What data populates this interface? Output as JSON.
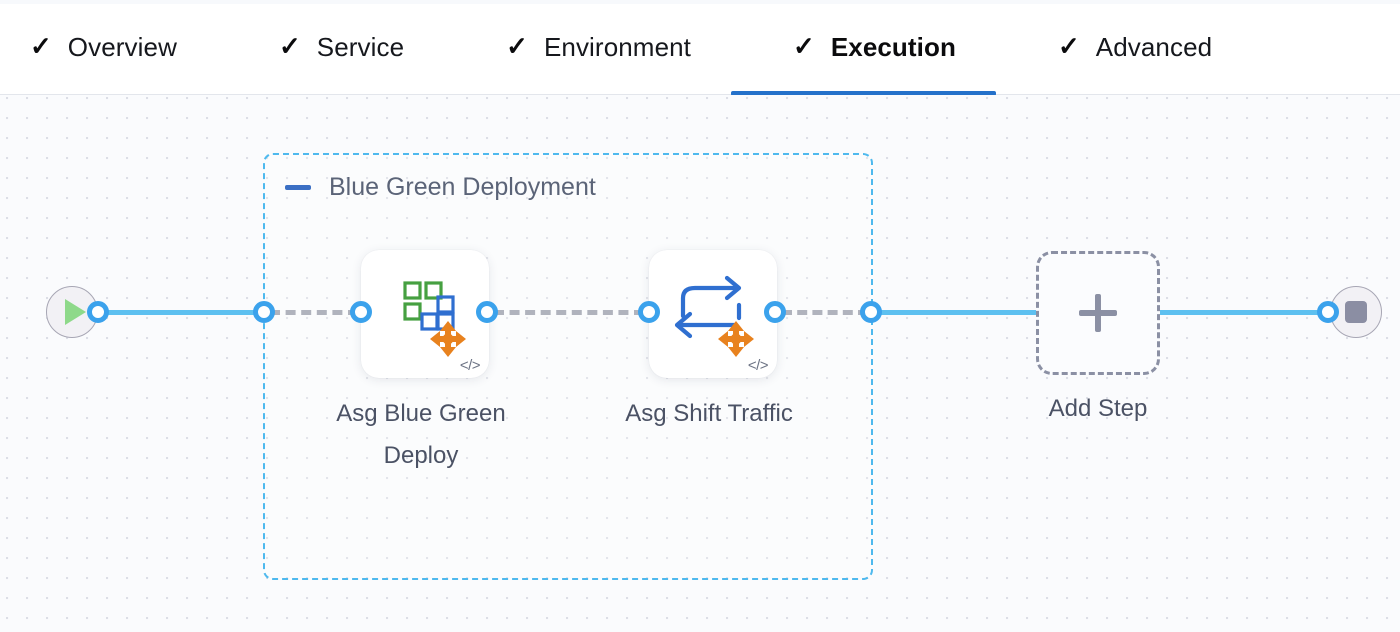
{
  "tabs": [
    {
      "label": "Overview",
      "icon": "check-icon",
      "complete": true,
      "active": false
    },
    {
      "label": "Service",
      "icon": "check-icon",
      "complete": true,
      "active": false
    },
    {
      "label": "Environment",
      "icon": "check-icon",
      "complete": true,
      "active": false
    },
    {
      "label": "Execution",
      "icon": "check-icon",
      "complete": true,
      "active": true
    },
    {
      "label": "Advanced",
      "icon": "check-icon",
      "complete": true,
      "active": false
    }
  ],
  "check_glyph": "✓",
  "pipeline": {
    "start_node": {
      "name": "start-node",
      "icon": "play-icon"
    },
    "end_node": {
      "name": "end-node",
      "icon": "stop-icon"
    },
    "group": {
      "title": "Blue Green Deployment",
      "collapse_icon": "minus-icon",
      "border_color": "#4eb9ee"
    },
    "steps": [
      {
        "label": "Asg Blue Green\nDeploy",
        "icon": "asg-blue-green-deploy-icon",
        "badge": "</>",
        "colors": {
          "green": "#46a041",
          "blue": "#2f6fd0",
          "orange": "#e8821e"
        }
      },
      {
        "label": "Asg Shift Traffic",
        "icon": "asg-shift-traffic-icon",
        "badge": "</>",
        "colors": {
          "blue": "#2f6fd0",
          "orange": "#e8821e"
        }
      }
    ],
    "add_step": {
      "label": "Add Step",
      "icon": "plus-icon"
    }
  },
  "colors": {
    "active_tab_underline": "#2471ca",
    "edge_solid": "#5dc0f0",
    "edge_dashed": "#b0b3bd",
    "port_ring": "#3ba2ec",
    "canvas_bg": "#fafbfd"
  }
}
